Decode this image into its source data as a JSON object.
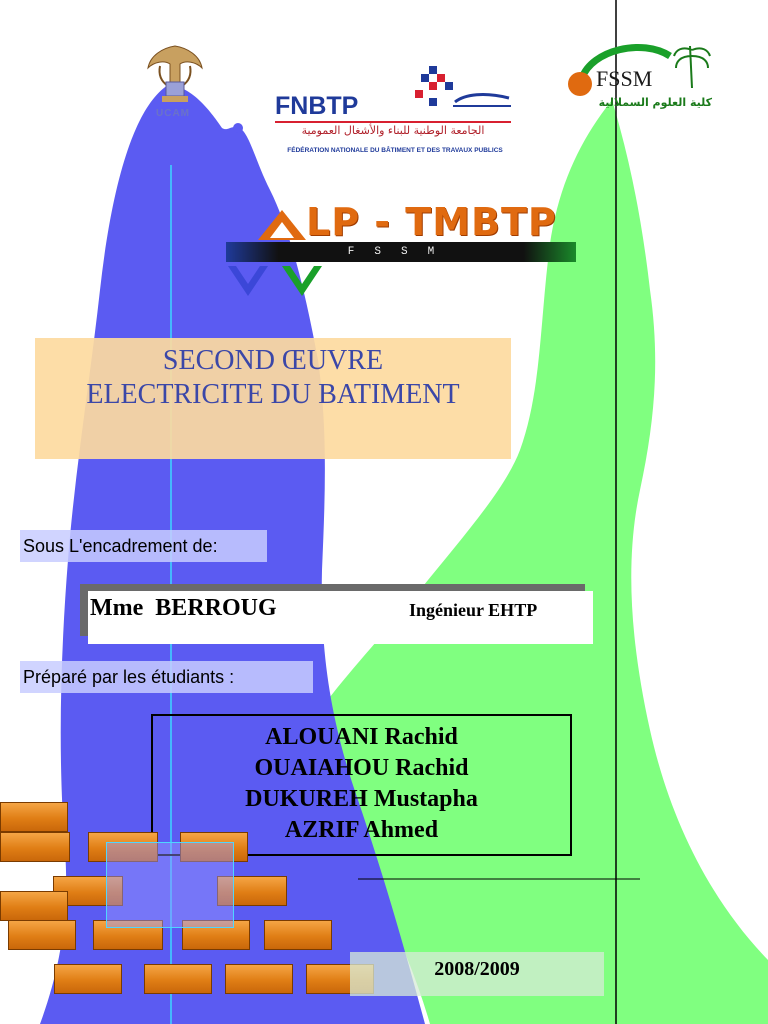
{
  "logos": {
    "ucam": {
      "label": "UCAM"
    },
    "fnbtp": {
      "title": "FNBTP",
      "arabic": "الجامعة الوطنية للبناء والأشغال العمومية",
      "french": "FÉDÉRATION NATIONALE DU BÂTIMENT ET DES TRAVAUX PUBLICS"
    },
    "fssm": {
      "title": "FSSM",
      "arabic": "كلية العلوم السملالية"
    }
  },
  "program": {
    "title": "LP - TMBTP",
    "subtitle": "FSSM"
  },
  "document": {
    "title_line1": "SECOND ŒUVRE",
    "title_line2": "ELECTRICITE DU BATIMENT"
  },
  "supervision": {
    "label": "Sous L'encadrement de:",
    "name": "Mme  BERROUG",
    "role": "Ingénieur EHTP"
  },
  "students": {
    "label": "Préparé par les étudiants :",
    "names": [
      "ALOUANI Rachid",
      "OUAIAHOU Rachid",
      "DUKUREH Mustapha",
      "AZRIF Ahmed"
    ]
  },
  "year": "2008/2009",
  "colors": {
    "blue_shape": "#5b5bf2",
    "green_shape": "#80ff80",
    "title_text": "#3b47a8",
    "title_box": "#fddaa0",
    "brick": "#e07e15"
  }
}
